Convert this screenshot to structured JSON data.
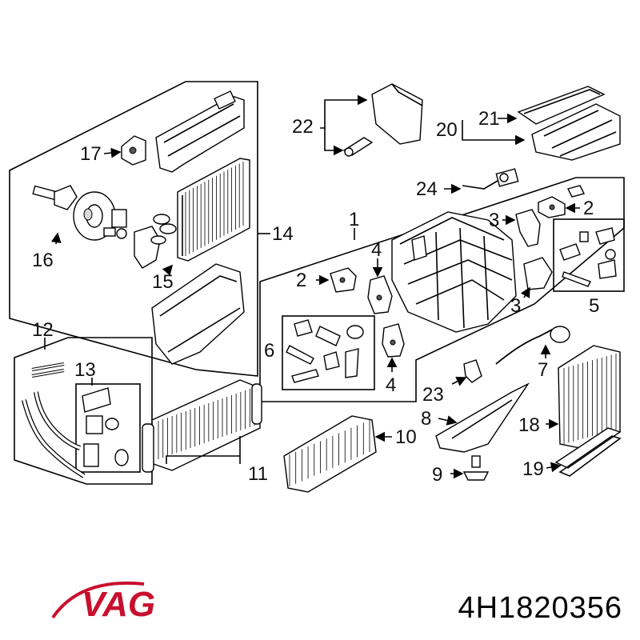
{
  "diagram": {
    "callouts": [
      "1",
      "2",
      "2",
      "3",
      "3",
      "4",
      "4",
      "5",
      "6",
      "7",
      "8",
      "9",
      "10",
      "11",
      "12",
      "13",
      "14",
      "15",
      "16",
      "17",
      "18",
      "19",
      "20",
      "21",
      "22",
      "23",
      "24"
    ]
  },
  "brand": {
    "name": "VAG",
    "color": "#c8102e"
  },
  "part_number": "4H1820356"
}
